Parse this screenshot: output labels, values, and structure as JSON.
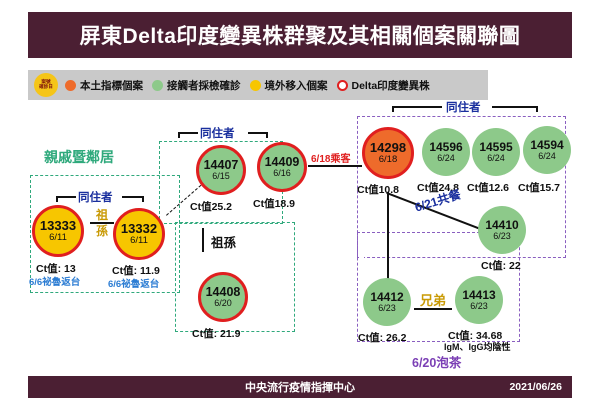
{
  "header": {
    "title": "屏東Delta印度變異株群聚及其相關個案關聯圖"
  },
  "legend": {
    "badge_line1": "案號",
    "badge_line2": "確診日",
    "items": [
      {
        "label": "本土指標個案",
        "marker": "orange-dot",
        "color": "#ee6b2b"
      },
      {
        "label": "接觸者採檢確診",
        "marker": "green-dot",
        "color": "#8dc98a"
      },
      {
        "label": "境外移入個案",
        "marker": "yellow-dot",
        "color": "#f7c600"
      },
      {
        "label": "Delta印度變異株",
        "marker": "red-ring-icon",
        "color": "#e01f1f"
      }
    ]
  },
  "cases": {
    "c13333": {
      "id": "13333",
      "date": "6/11",
      "ct": "Ct值: 13",
      "note": "6/6祕魯返台"
    },
    "c13332": {
      "id": "13332",
      "date": "6/11",
      "ct": "Ct值: 11.9",
      "note": "6/6祕魯返台"
    },
    "c14407": {
      "id": "14407",
      "date": "6/15",
      "ct": "Ct值25.2"
    },
    "c14409": {
      "id": "14409",
      "date": "6/16",
      "ct": "Ct值18.9"
    },
    "c14408": {
      "id": "14408",
      "date": "6/20",
      "ct": "Ct值: 21.9"
    },
    "c14298": {
      "id": "14298",
      "date": "6/18",
      "ct": "Ct值10.8"
    },
    "c14596": {
      "id": "14596",
      "date": "6/24",
      "ct": "Ct值24.8"
    },
    "c14595": {
      "id": "14595",
      "date": "6/24",
      "ct": "Ct值12.6"
    },
    "c14594": {
      "id": "14594",
      "date": "6/24",
      "ct": "Ct值15.7"
    },
    "c14410": {
      "id": "14410",
      "date": "6/23",
      "ct": "Ct值: 22"
    },
    "c14412": {
      "id": "14412",
      "date": "6/23",
      "ct": "Ct值: 26.2"
    },
    "c14413": {
      "id": "14413",
      "date": "6/23",
      "ct": "Ct值: 34.68",
      "note": "IgM、IgG均陰性"
    }
  },
  "relations": {
    "relatives_neighbors": "親戚暨鄰居",
    "cohabitant_left": "同住者",
    "cohabitant_mid": "同住者",
    "cohabitant_right": "同住者",
    "grandparent_char": "祖",
    "grandchild_char": "孫",
    "grandparent_grandchild": "祖孫",
    "passenger_618": "6/18乘客",
    "meal_621": "6/21共餐",
    "brothers": "兄弟",
    "tea_620": "6/20泡茶"
  },
  "footer": {
    "org": "中央流行疫情指揮中心",
    "date": "2021/06/26"
  }
}
